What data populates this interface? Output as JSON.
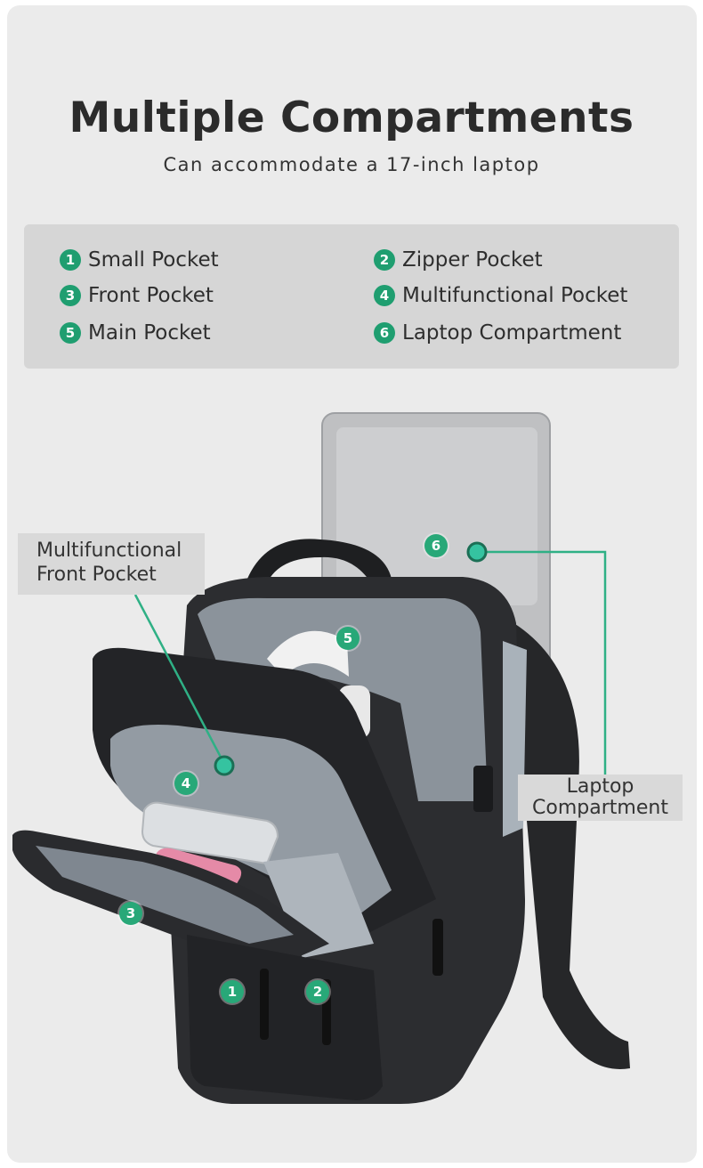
{
  "header": {
    "title": "Multiple Compartments",
    "subtitle": "Can accommodate a 17-inch laptop"
  },
  "legend": {
    "items": [
      {
        "num": "1",
        "label": "Small Pocket"
      },
      {
        "num": "2",
        "label": "Zipper Pocket"
      },
      {
        "num": "3",
        "label": "Front Pocket"
      },
      {
        "num": "4",
        "label": "Multifunctional Pocket"
      },
      {
        "num": "5",
        "label": "Main Pocket"
      },
      {
        "num": "6",
        "label": "Laptop Compartment"
      }
    ]
  },
  "callouts": {
    "front_line1": "Multifunctional",
    "front_line2": "Front Pocket",
    "laptop_line1": "Laptop",
    "laptop_line2": "Compartment"
  },
  "markers": [
    "1",
    "2",
    "3",
    "4",
    "5",
    "6"
  ],
  "colors": {
    "accent": "#1f9e70",
    "background": "#ebebeb",
    "legend_bg": "#d6d6d6"
  }
}
